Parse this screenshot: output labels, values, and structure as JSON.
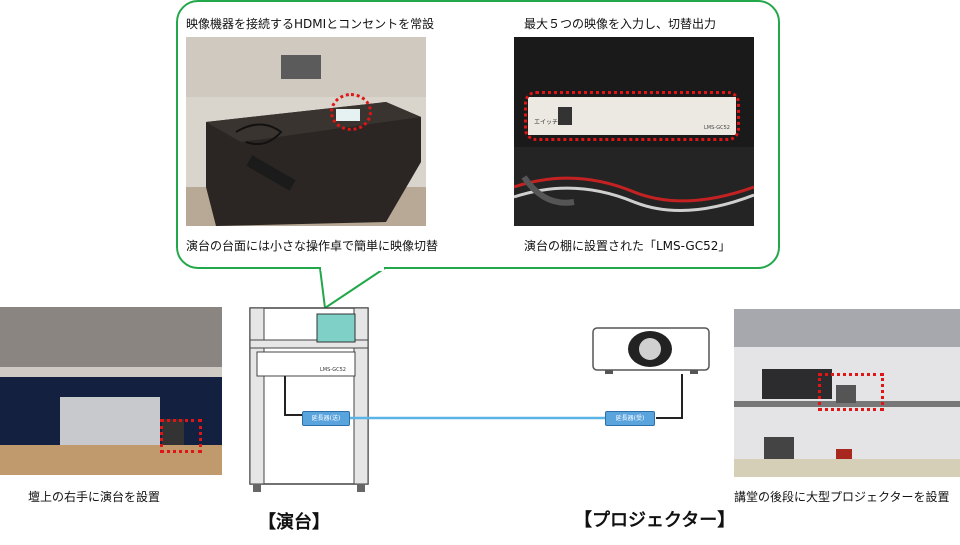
{
  "bubble": {
    "left_title": "映像機器を接続するHDMIとコンセントを常設",
    "right_title": "最大５つの映像を入力し、切替出力",
    "left_caption": "演台の台面には小さな操作卓で簡単に映像切替",
    "right_caption": "演台の棚に設置された「LMS-GC52」",
    "device_label": "LMS-GC52",
    "device_switch_label": "エイッチャー"
  },
  "left_photo": {
    "caption": "壇上の右手に演台を設置"
  },
  "right_photo": {
    "caption": "講堂の後段に大型プロジェクターを設置"
  },
  "diagram": {
    "podium_label": "【演台】",
    "projector_label": "【プロジェクター】",
    "adapter_left": "延長器(送)",
    "adapter_right": "延長器(受)",
    "switcher_label": "LMS-GC52"
  },
  "colors": {
    "bubble_border": "#22a84a",
    "highlight": "#e01515",
    "cable": "#5ab4e6",
    "adapter": "#5aa4de"
  }
}
